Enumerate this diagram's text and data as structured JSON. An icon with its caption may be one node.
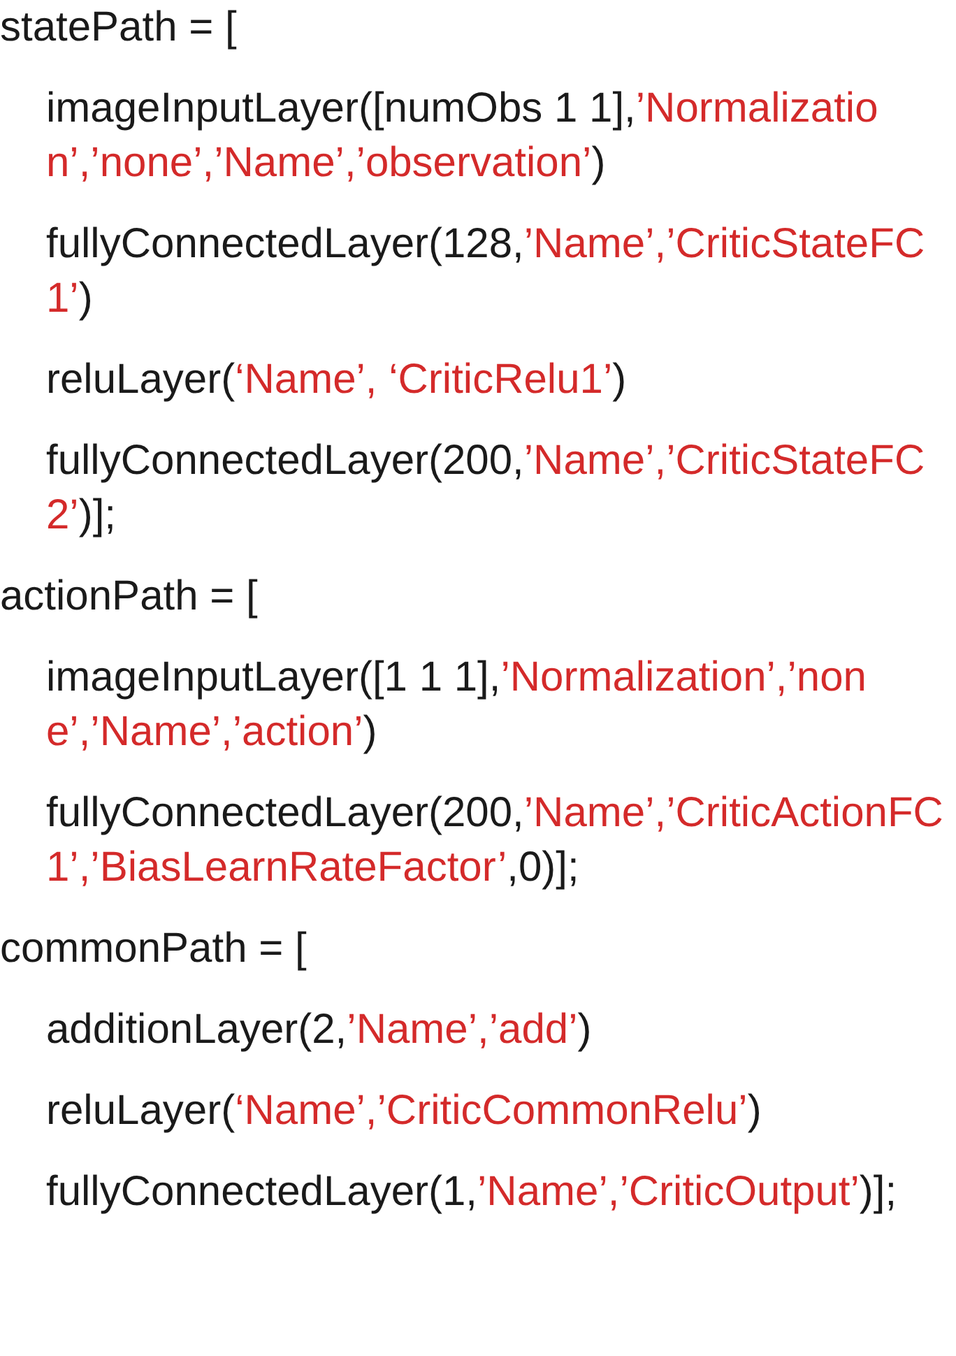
{
  "diagram": {
    "labels": [
      "statePath = [",
      "imageInputLayer([numObs 1 1],’Normalization’,’none’,’Name’,’observation’)",
      "fullyConnectedLayer(128,’Name’,’CriticStateFC1’)",
      "reluLayer(‘Name’, ‘CriticRelu1’)",
      "fullyConnectedLayer(200,’Name’,’CriticStateFC2’)];",
      "actionPath = [",
      "imageInputLayer([1 1 1],’Normalization’,’none’,’Name’,’action’)",
      "fullyConnectedLayer(200,’Name’,’CriticActionFC1’,’BiasLearnRateFactor’,0)];",
      "commonPath = [",
      "additionLayer(2,’Name’,’add’)",
      "reluLayer(‘Name’,’CriticCommonRelu’)",
      "fullyConnectedLayer(1,’Name’,’CriticOutput’)];"
    ]
  }
}
